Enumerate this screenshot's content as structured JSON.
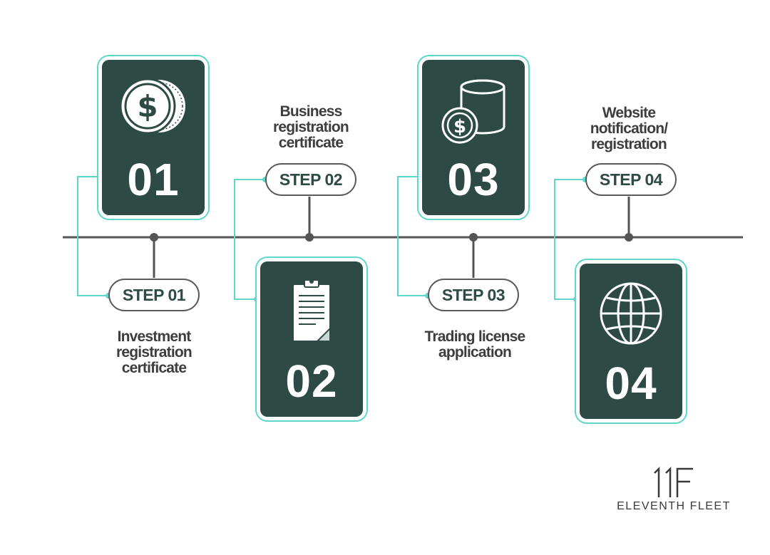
{
  "steps": [
    {
      "number": "01",
      "label": "STEP 01",
      "description": [
        "Investment",
        "registration",
        "certificate"
      ],
      "icon": "dollar-coin-icon"
    },
    {
      "number": "02",
      "label": "STEP 02",
      "description": [
        "Business",
        "registration",
        "certificate"
      ],
      "icon": "clipboard-document-icon"
    },
    {
      "number": "03",
      "label": "STEP 03",
      "description": [
        "Trading license",
        "application"
      ],
      "icon": "coin-stack-icon"
    },
    {
      "number": "04",
      "label": "STEP 04",
      "description": [
        "Website",
        "notification/",
        "registration"
      ],
      "icon": "globe-icon"
    }
  ],
  "brand": {
    "mark": "11F",
    "name_part1": "ELEVENTH",
    "name_part2": "FLEET"
  },
  "colors": {
    "card_fill": "#2e4a44",
    "card_outline": "#5ed6c9",
    "connector": "#5ed6c9",
    "timeline": "#555555",
    "text": "#3d3d3d"
  }
}
